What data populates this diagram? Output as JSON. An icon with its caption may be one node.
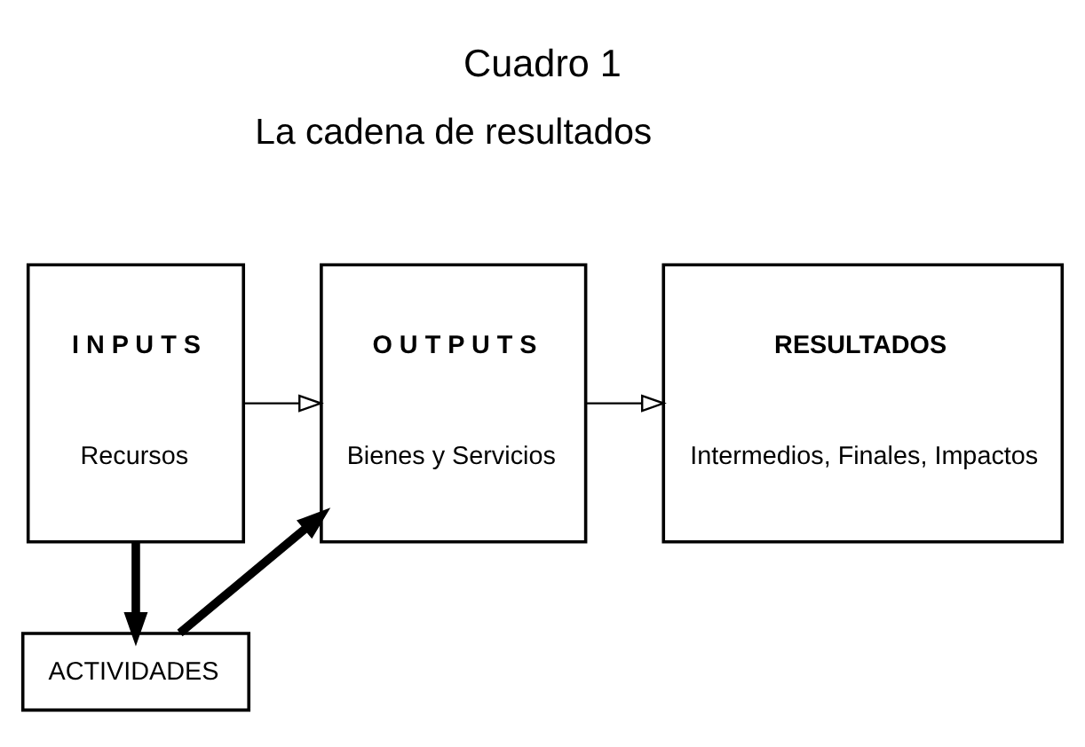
{
  "diagram": {
    "title": "Cuadro 1",
    "nodes": [
      {
        "text": [
          "I N P U T S",
          "Recursos"
        ]
      },
      {
        "text": [
          "O U T P U T S",
          "Bienes y Servicios"
        ]
      },
      {
        "text": [
          "RESULTADOS",
          "Intermedios, Finales, Impactos"
        ]
      },
      {
        "text": [
          "ACTIVIDADES"
        ]
      }
    ],
    "edges": [
      {
        "from": 0,
        "to": 1,
        "arrow": "to"
      },
      {
        "from": 1,
        "to": 2,
        "arrow": "to"
      },
      {
        "from": 0,
        "to": 3,
        "arrow": "to",
        "style": "thick"
      },
      {
        "from": 3,
        "to": 1,
        "arrow": "to",
        "style": "thick"
      }
    ],
    "labels": [
      "La cadena de resultados"
    ]
  }
}
